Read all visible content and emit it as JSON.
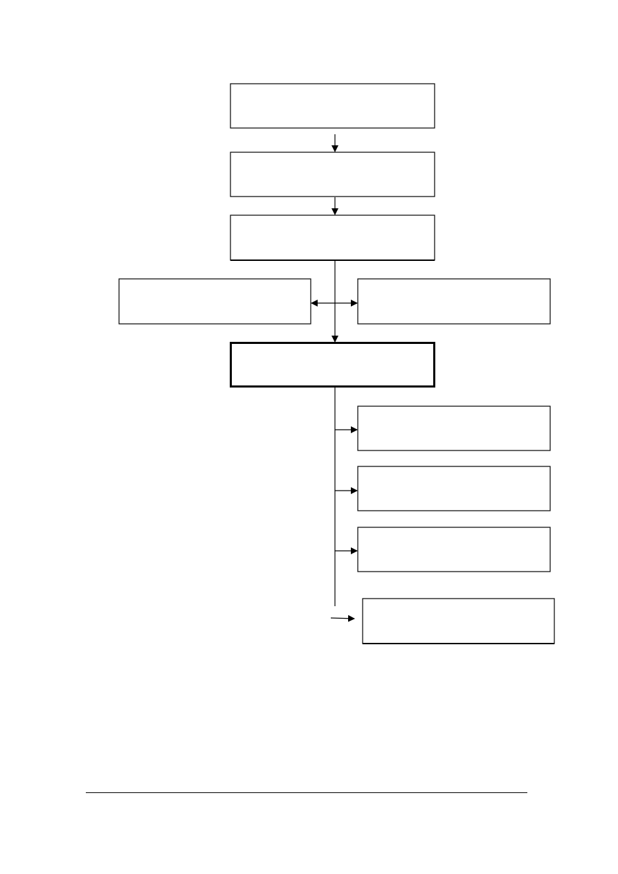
{
  "flowchart": {
    "boxes": [
      {
        "id": "box-1",
        "label": ""
      },
      {
        "id": "box-2",
        "label": ""
      },
      {
        "id": "box-3",
        "label": ""
      },
      {
        "id": "box-left",
        "label": ""
      },
      {
        "id": "box-right",
        "label": ""
      },
      {
        "id": "box-central",
        "label": ""
      },
      {
        "id": "box-branch-1",
        "label": ""
      },
      {
        "id": "box-branch-2",
        "label": ""
      },
      {
        "id": "box-branch-3",
        "label": ""
      },
      {
        "id": "box-branch-4",
        "label": ""
      }
    ]
  },
  "colors": {
    "stroke": "#000000",
    "background": "#ffffff"
  }
}
